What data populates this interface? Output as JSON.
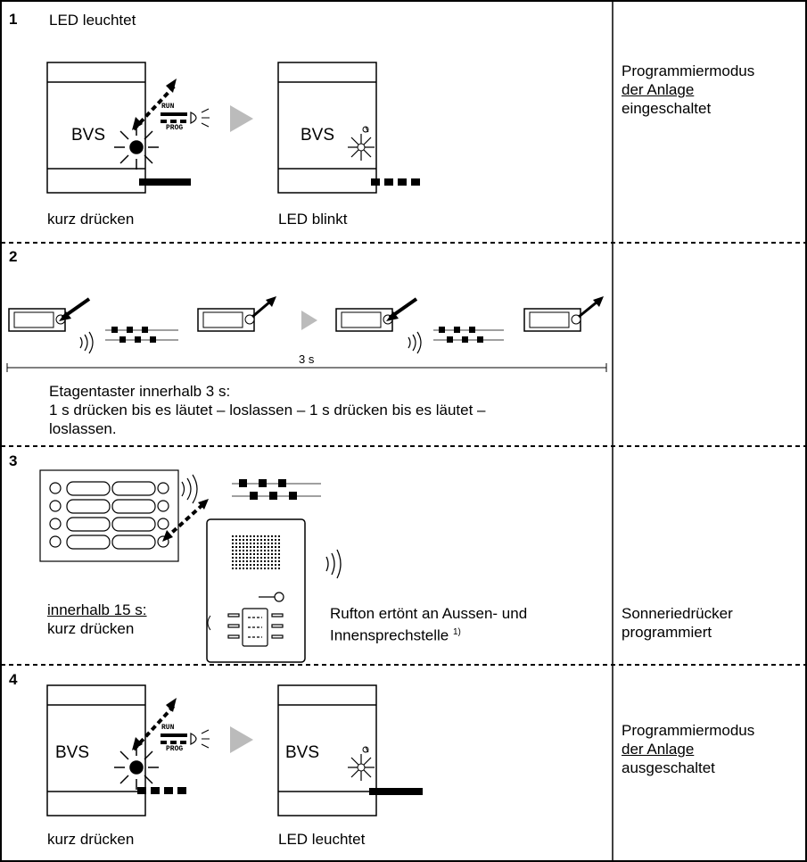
{
  "step1": {
    "number": "1",
    "heading": "LED leuchtet",
    "device_label_a": "BVS",
    "device_label_b": "BVS",
    "run_label": "RUN",
    "prog_label": "PROG",
    "caption_left": "kurz drücken",
    "caption_right": "LED blinkt",
    "side_line1": "Programmiermodus",
    "side_line2": "der Anlage",
    "side_line3": "eingeschaltet"
  },
  "step2": {
    "number": "2",
    "time_label": "3 s",
    "text_line1": "Etagentaster innerhalb 3 s:",
    "text_line2": "1 s drücken bis es läutet – loslassen – 1 s drücken bis es läutet –",
    "text_line3": "loslassen."
  },
  "step3": {
    "number": "3",
    "caption_line1": "innerhalb 15 s:",
    "caption_line2": "kurz drücken",
    "ring_line1": "Rufton ertönt an Aussen- und",
    "ring_line2": "Innensprechstelle",
    "footnote": "1)",
    "side_line1": "Sonneriedrücker",
    "side_line2": "programmiert"
  },
  "step4": {
    "number": "4",
    "device_label_a": "BVS",
    "device_label_b": "BVS",
    "run_label": "RUN",
    "prog_label": "PROG",
    "caption_left": "kurz drücken",
    "caption_right": "LED leuchtet",
    "side_line1": "Programmiermodus",
    "side_line2": "der Anlage",
    "side_line3": "ausgeschaltet"
  }
}
